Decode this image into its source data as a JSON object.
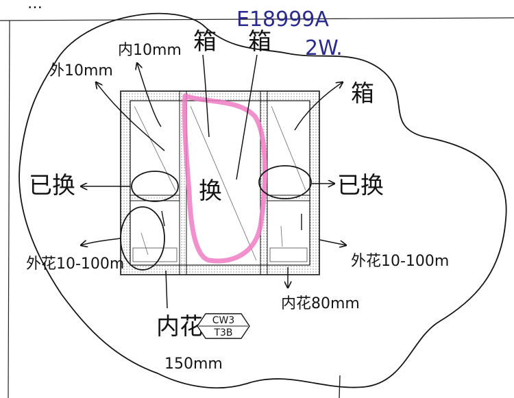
{
  "header": {
    "top_text": "…",
    "ref_code": "E18999A",
    "ref_sub": "2W."
  },
  "annotations": {
    "outer_depth": "外10mm",
    "inner_depth": "内10mm",
    "glass_left": "箱",
    "glass_mid": "箱",
    "glass_right": "箱",
    "replaced_left": "已换",
    "replaced_right": "已换",
    "replace_center": "换",
    "scratch_left": "外花10-100m",
    "scratch_right": "外花10-100m",
    "inner_scratch_right": "内花80mm",
    "inner_scratch_bottom": "内花",
    "inner_scratch_bottom_len": "150mm"
  },
  "badge": {
    "top": "CW3",
    "bottom": "T3B"
  },
  "colors": {
    "ink": "#141414",
    "blue_ink": "#2b2b8f",
    "highlight": "#f07bc4"
  }
}
